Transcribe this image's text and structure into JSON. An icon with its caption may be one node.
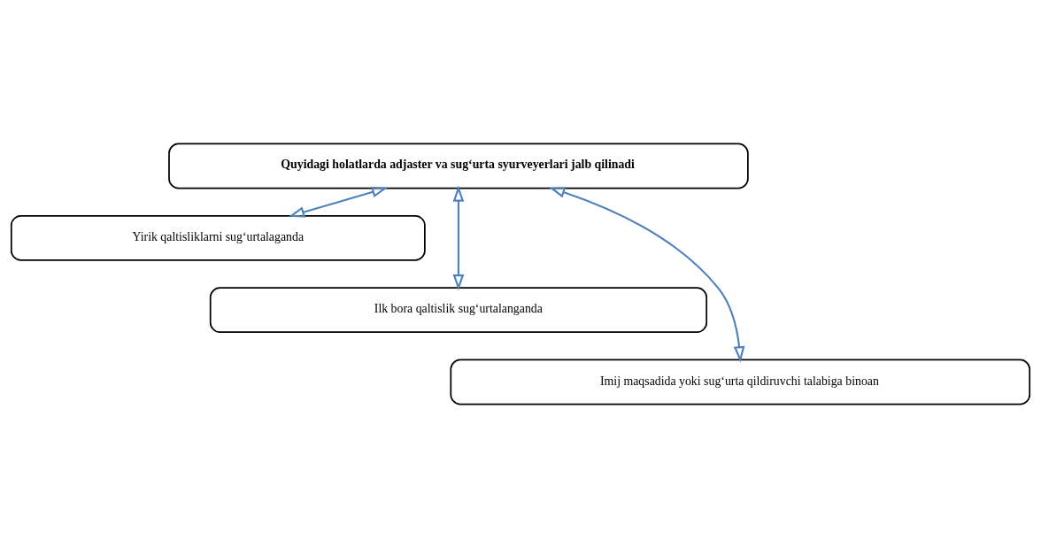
{
  "diagram": {
    "nodes": [
      {
        "text": [
          "Quyidagi holatlarda adjaster va sug‘urta syurveyerlari jalb qilinadi"
        ]
      },
      {
        "text": [
          "Yirik qaltisliklarni sug‘urtalaganda"
        ]
      },
      {
        "text": [
          "Ilk bora qaltislik sug‘urtalanganda"
        ]
      },
      {
        "text": [
          "Imij maqsadida yoki sug‘urta qildiruvchi talabiga binoan"
        ]
      }
    ],
    "edges": [
      {
        "from": 0,
        "to": 1,
        "arrow": "both"
      },
      {
        "from": 0,
        "to": 2,
        "arrow": "both"
      },
      {
        "from": 0,
        "to": 3,
        "arrow": "both"
      }
    ]
  }
}
